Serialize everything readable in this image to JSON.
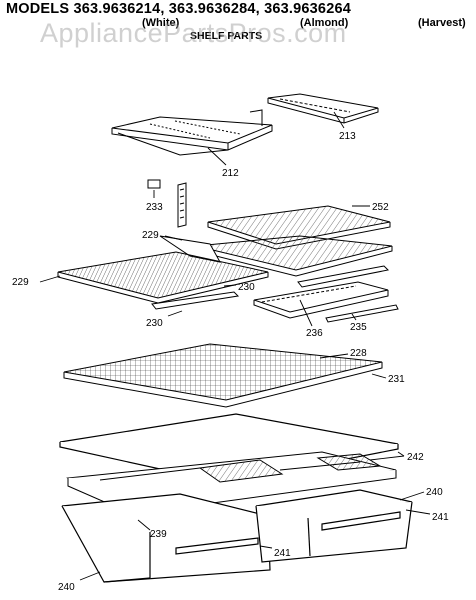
{
  "header": {
    "models_line": "MODELS 363.9636214, 363.9636284, 363.9636264",
    "variants": [
      "(White)",
      "(Almond)",
      "(Harvest)"
    ],
    "subtitle": "SHELF PARTS",
    "watermark": "AppliancePartsPros.com"
  },
  "parts": {
    "p213": "213",
    "p212": "212",
    "p233": "233",
    "p252": "252",
    "p229a": "229",
    "p229b": "229",
    "p230a": "230",
    "p230b": "230",
    "p236": "236",
    "p235": "235",
    "p228": "228",
    "p231": "231",
    "p242": "242",
    "p240a": "240",
    "p241a": "241",
    "p239": "239",
    "p241b": "241",
    "p240b": "240"
  }
}
